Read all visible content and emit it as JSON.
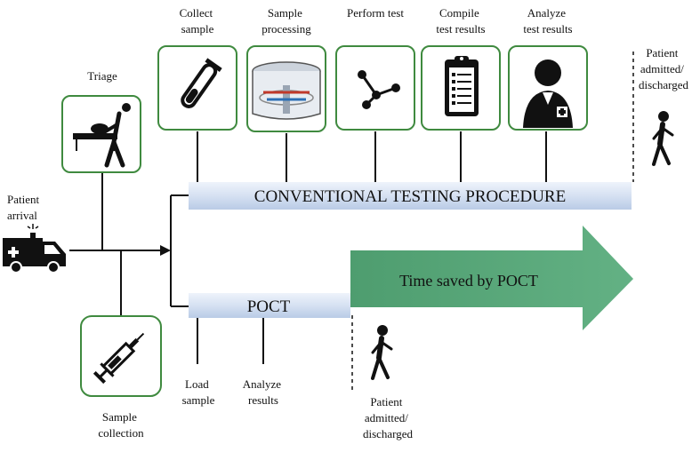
{
  "steps": {
    "triage": [
      "Triage"
    ],
    "collect": [
      "Collect",
      "sample"
    ],
    "processing": [
      "Sample",
      "processing"
    ],
    "perform": [
      "Perform test"
    ],
    "compile": [
      "Compile",
      "test results"
    ],
    "analyze": [
      "Analyze",
      "test results"
    ],
    "admitted_top": [
      "Patient",
      "admitted/",
      "discharged"
    ],
    "arrival": [
      "Patient",
      "arrival"
    ],
    "sample_collection": [
      "Sample",
      "collection"
    ],
    "load": [
      "Load",
      "sample"
    ],
    "analyze_results": [
      "Analyze",
      "results"
    ],
    "admitted_bottom": [
      "Patient",
      "admitted/",
      "discharged"
    ]
  },
  "bands": {
    "conventional": "CONVENTIONAL TESTING PROCEDURE",
    "poct": "POCT",
    "time_saved": "Time saved by POCT"
  },
  "colors": {
    "box_border": "#3f8a3f",
    "band_fill": "#d6e1f2",
    "arrow_fill": "#5aa77b"
  },
  "icons": [
    "triage-icon",
    "test-tube-icon",
    "centrifuge-icon",
    "network-icon",
    "clipboard-icon",
    "doctor-icon",
    "walking-person-icon",
    "ambulance-icon",
    "syringe-icon"
  ]
}
